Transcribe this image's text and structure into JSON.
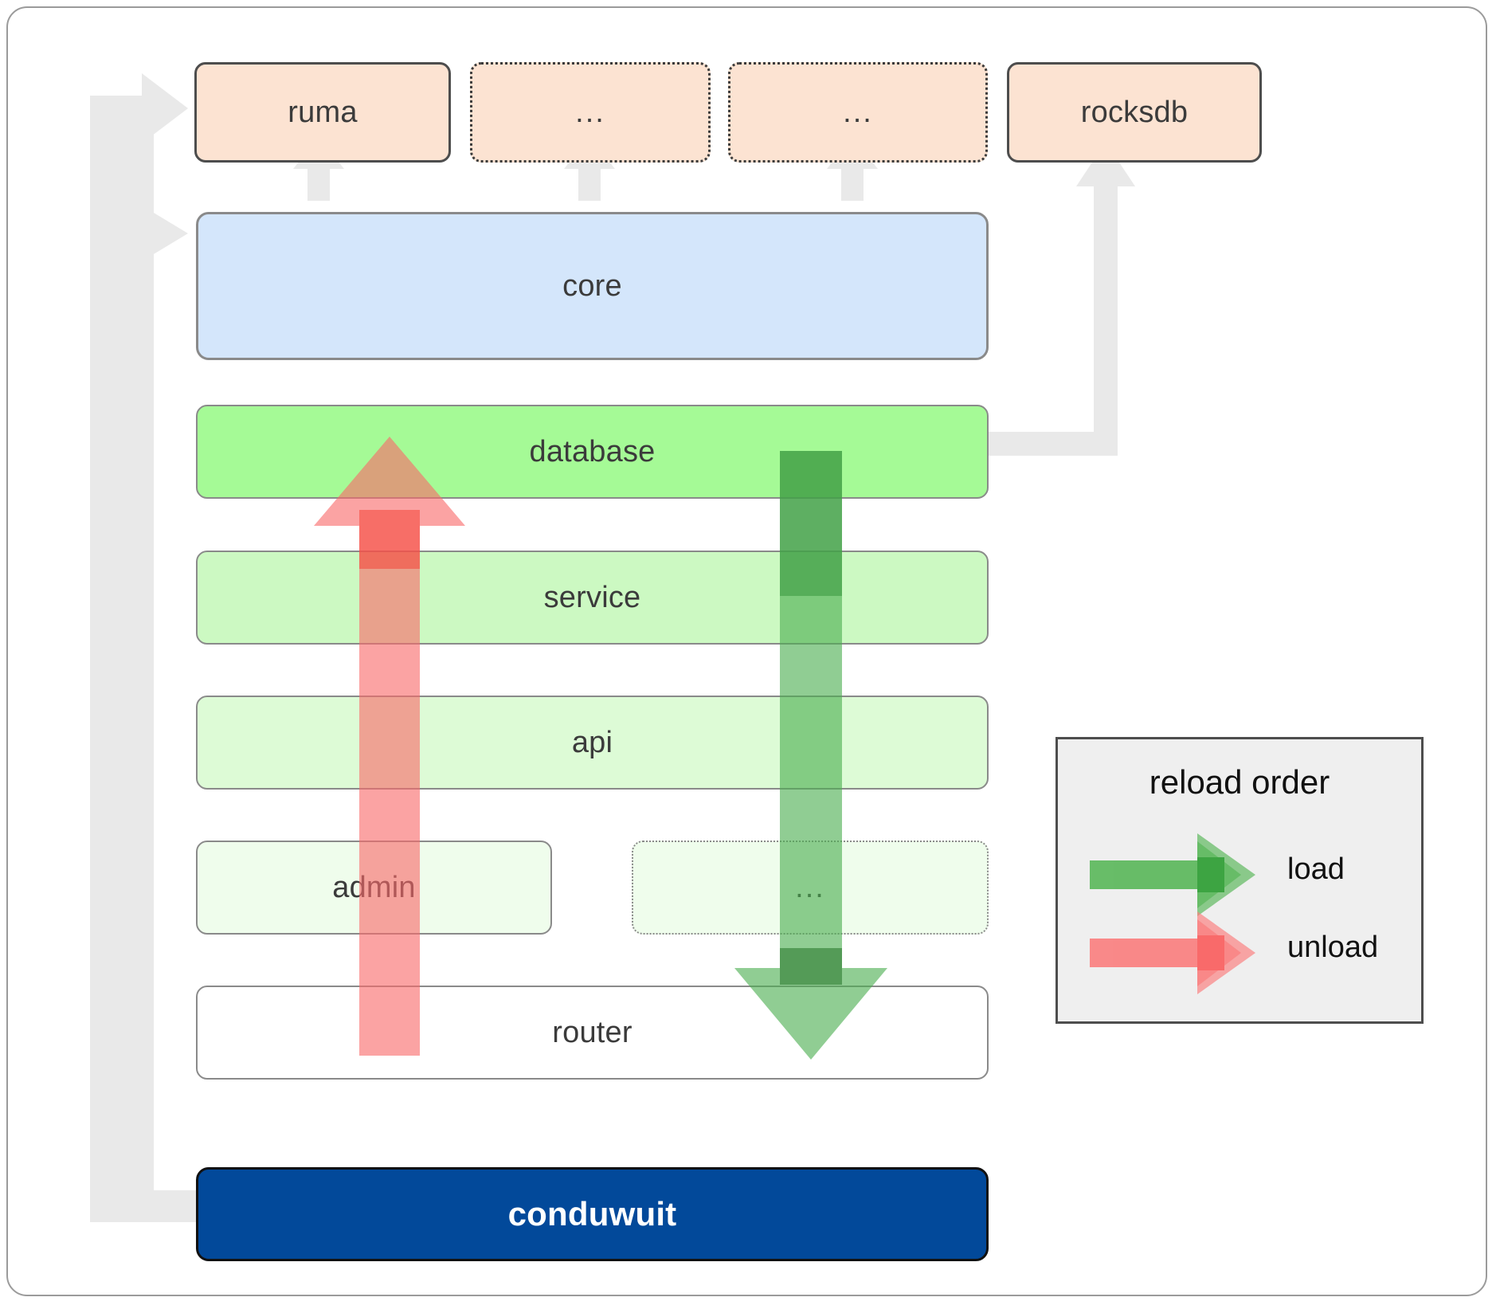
{
  "diagram": {
    "title": "conduwuit crate layering / reload order",
    "libraries": [
      {
        "id": "ruma",
        "label": "ruma",
        "style": "solid"
      },
      {
        "id": "lib-dots-1",
        "label": "...",
        "style": "dotted"
      },
      {
        "id": "lib-dots-2",
        "label": "...",
        "style": "dotted"
      },
      {
        "id": "rocksdb",
        "label": "rocksdb",
        "style": "solid"
      }
    ],
    "layers": [
      {
        "id": "core",
        "label": "core"
      },
      {
        "id": "database",
        "label": "database"
      },
      {
        "id": "service",
        "label": "service"
      },
      {
        "id": "api",
        "label": "api"
      },
      {
        "id": "admin",
        "label": "admin"
      },
      {
        "id": "more",
        "label": "..."
      },
      {
        "id": "router",
        "label": "router"
      }
    ],
    "binary": {
      "id": "conduwuit",
      "label": "conduwuit"
    }
  },
  "legend": {
    "title": "reload order",
    "items": [
      {
        "id": "load",
        "label": "load",
        "color": "#5cb85c"
      },
      {
        "id": "unload",
        "label": "unload",
        "color": "#fa7f7f"
      }
    ]
  },
  "colors": {
    "library_fill": "#fce3d2",
    "core_fill": "#d4e6fb",
    "database_fill": "#a5fa96",
    "service_fill": "#ccf9c2",
    "api_fill": "#ddfbd6",
    "admin_fill": "#effdec",
    "router_fill": "#ffffff",
    "binary_fill": "#02499a",
    "wire": "#e9e9e9",
    "load_arrow": "#4caf50",
    "unload_arrow": "#f86b6b",
    "legend_bg": "#efefef"
  }
}
